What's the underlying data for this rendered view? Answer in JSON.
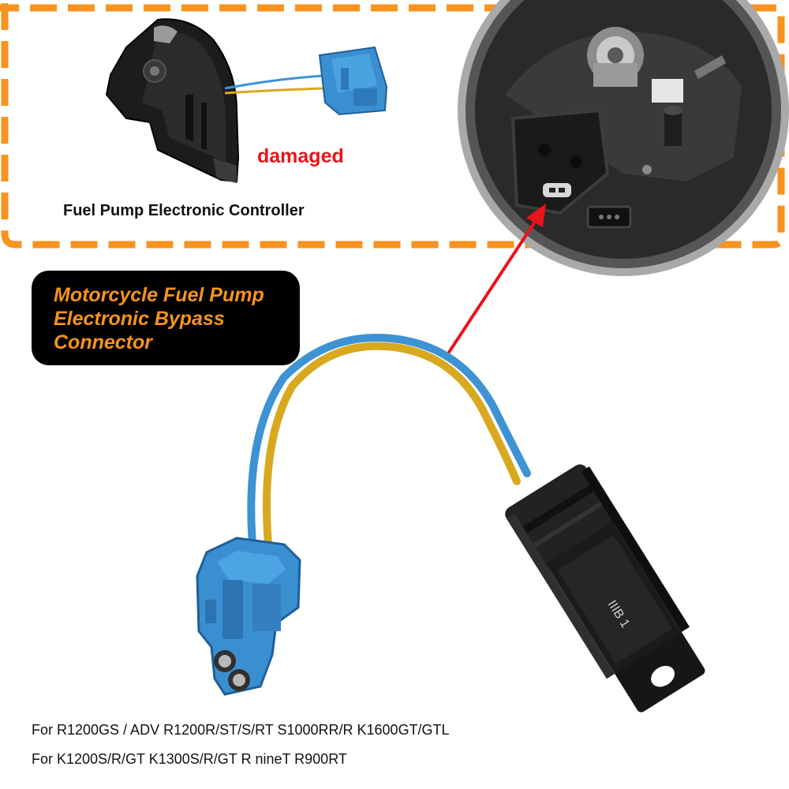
{
  "labels": {
    "damaged": "damaged",
    "controller": "Fuel Pump Electronic Controller"
  },
  "title": {
    "line1": "Motorcycle Fuel Pump",
    "line2": "Electronic Bypass",
    "line3": "Connector"
  },
  "compatibility": {
    "line1": "For R1200GS / ADV R1200R/ST/S/RT S1000RR/R K1600GT/GTL",
    "line2": "For K1200S/R/GT K1300S/R/GT R nineT R900RT"
  },
  "connector_marking": "IIIB 1",
  "colors": {
    "accent_orange": "#f7931e",
    "damaged_red": "#e8141b",
    "arrow_red": "#e8141b",
    "connector_blue": "#3a8fd0",
    "wire_blue": "#3d93d3",
    "wire_yellow": "#d8a81f",
    "connector_black": "#1b1b1b"
  },
  "icons": [
    "fuel-pump-controller-image",
    "fuel-pump-top-image",
    "bypass-connector-image",
    "pointer-arrow"
  ]
}
